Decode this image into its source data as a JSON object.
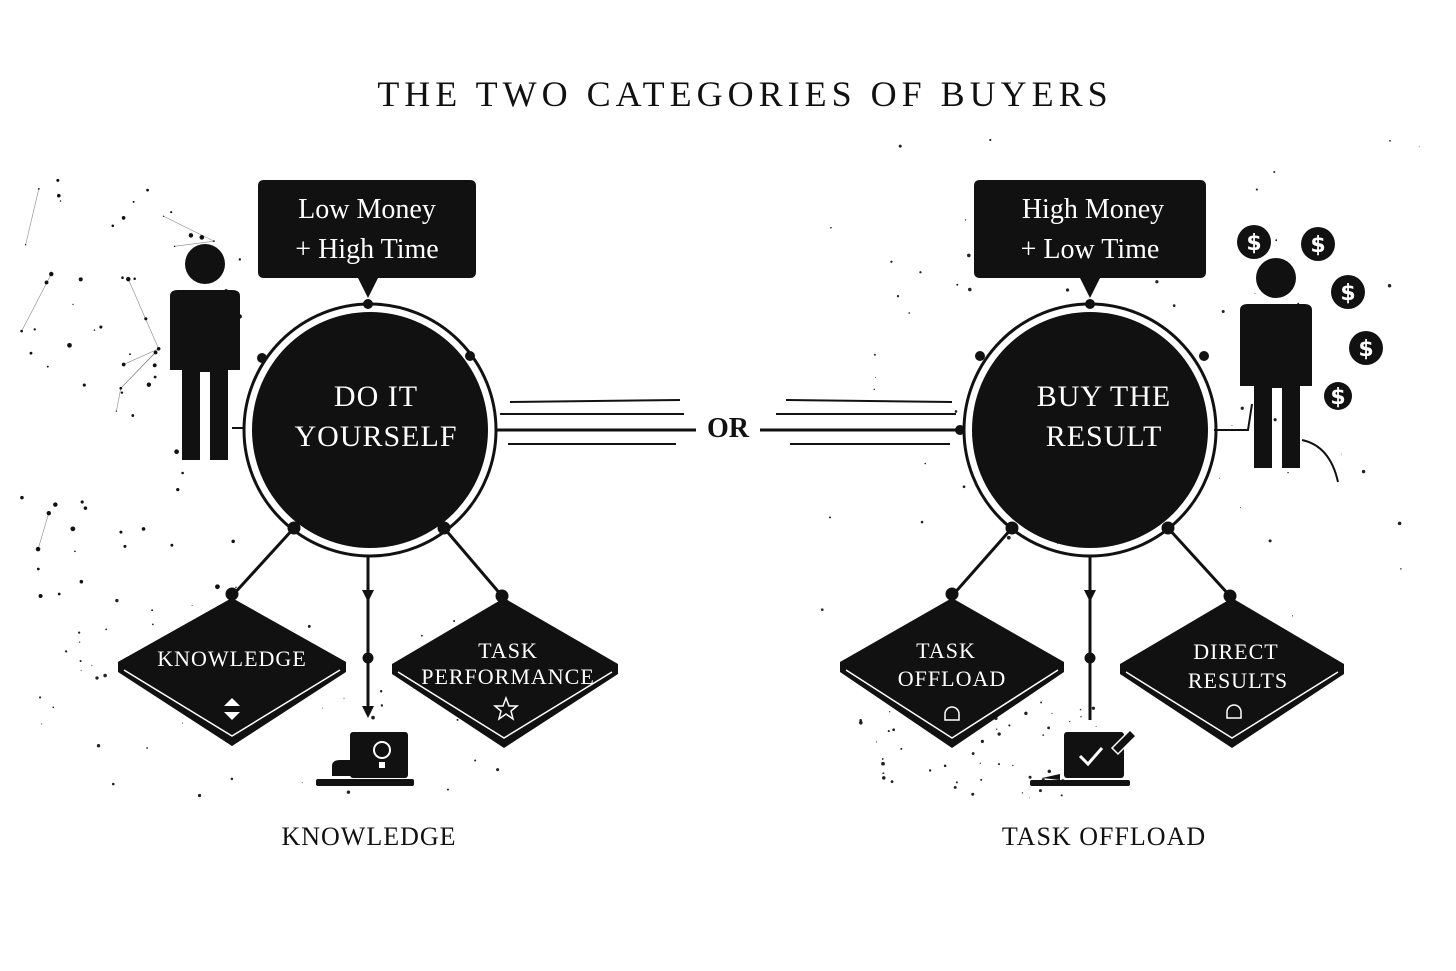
{
  "title": "THE TWO CATEGORIES OF BUYERS",
  "connector_label": "OR",
  "left": {
    "bubble_line1": "Low Money",
    "bubble_line2": "+ High Time",
    "circle_line1": "DO IT",
    "circle_line2": "YOURSELF",
    "diamond_left": [
      "KNOWLEDGE"
    ],
    "diamond_right": [
      "TASK",
      "PERFORMANCE"
    ],
    "caption": "KNOWLEDGE"
  },
  "right": {
    "bubble_line1": "High Money",
    "bubble_line2": "+ Low Time",
    "circle_line1": "BUY THE",
    "circle_line2": "RESULT",
    "diamond_left": [
      "TASK",
      "OFFLOAD"
    ],
    "diamond_right": [
      "DIRECT",
      "RESULTS"
    ],
    "caption": "TASK OFFLOAD"
  },
  "dollar_symbol": "$",
  "icons": {
    "person": "person-icon",
    "laptop_search": "laptop-search-icon",
    "laptop_check": "laptop-check-icon",
    "dollar": "dollar-coin-icon"
  },
  "colors": {
    "ink": "#111111",
    "paper": "#ffffff"
  }
}
